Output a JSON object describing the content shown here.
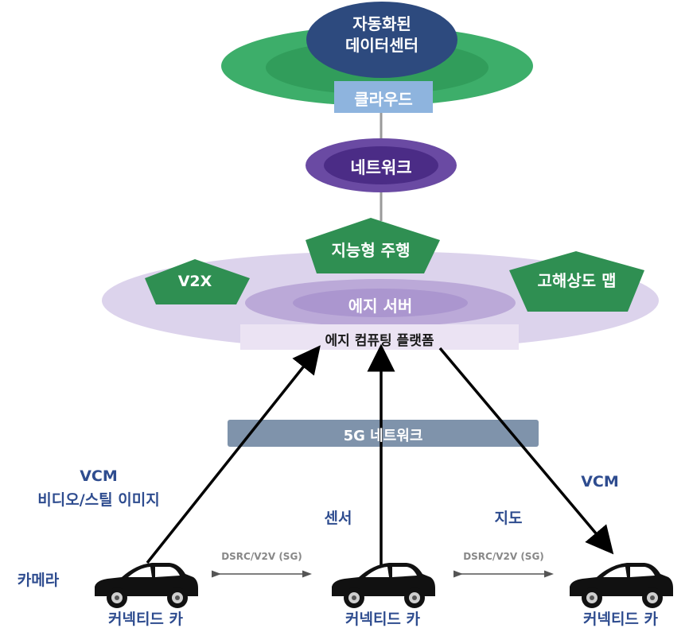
{
  "colors": {
    "cloud_ring": "#3dae6a",
    "cloud_ring_inner": "#2f9a58",
    "datacenter": "#2d4a7e",
    "cloud_box": "#8eb4de",
    "network_ellipse": "#6a4aa3",
    "network_inner": "#4b2c86",
    "edge_ellipse": "#dcd3ec",
    "edge_inner": "#bba9d8",
    "edge_core": "#a48fcc",
    "edge_platform": "#ebe3f3",
    "pentagon": "#2f8f52",
    "bar_5g": "#7f93ab",
    "text_blue": "#2e4c8f",
    "car": "#111111"
  },
  "nodes": {
    "datacenter_line1": "자동화된",
    "datacenter_line2": "데이터센터",
    "cloud": "클라우드",
    "network": "네트워크",
    "edge_server": "에지 서버",
    "edge_platform": "에지 컴퓨팅 플랫폼",
    "net_5g": "5G 네트워크"
  },
  "services": {
    "v2x": "V2X",
    "autonomous": "지능형 주행",
    "hd_map": "고해상도 맵"
  },
  "flows": {
    "left_line1": "VCM",
    "left_line2": "비디오/스틸 이미지",
    "camera": "카메라",
    "sensor": "센서",
    "right_vcm": "VCM",
    "map": "지도",
    "dsrc_left": "DSRC/V2V (SG)",
    "dsrc_right": "DSRC/V2V (SG)"
  },
  "cars": [
    {
      "label": "커넥티드 카"
    },
    {
      "label": "커넥티드 카"
    },
    {
      "label": "커넥티드 카"
    }
  ]
}
